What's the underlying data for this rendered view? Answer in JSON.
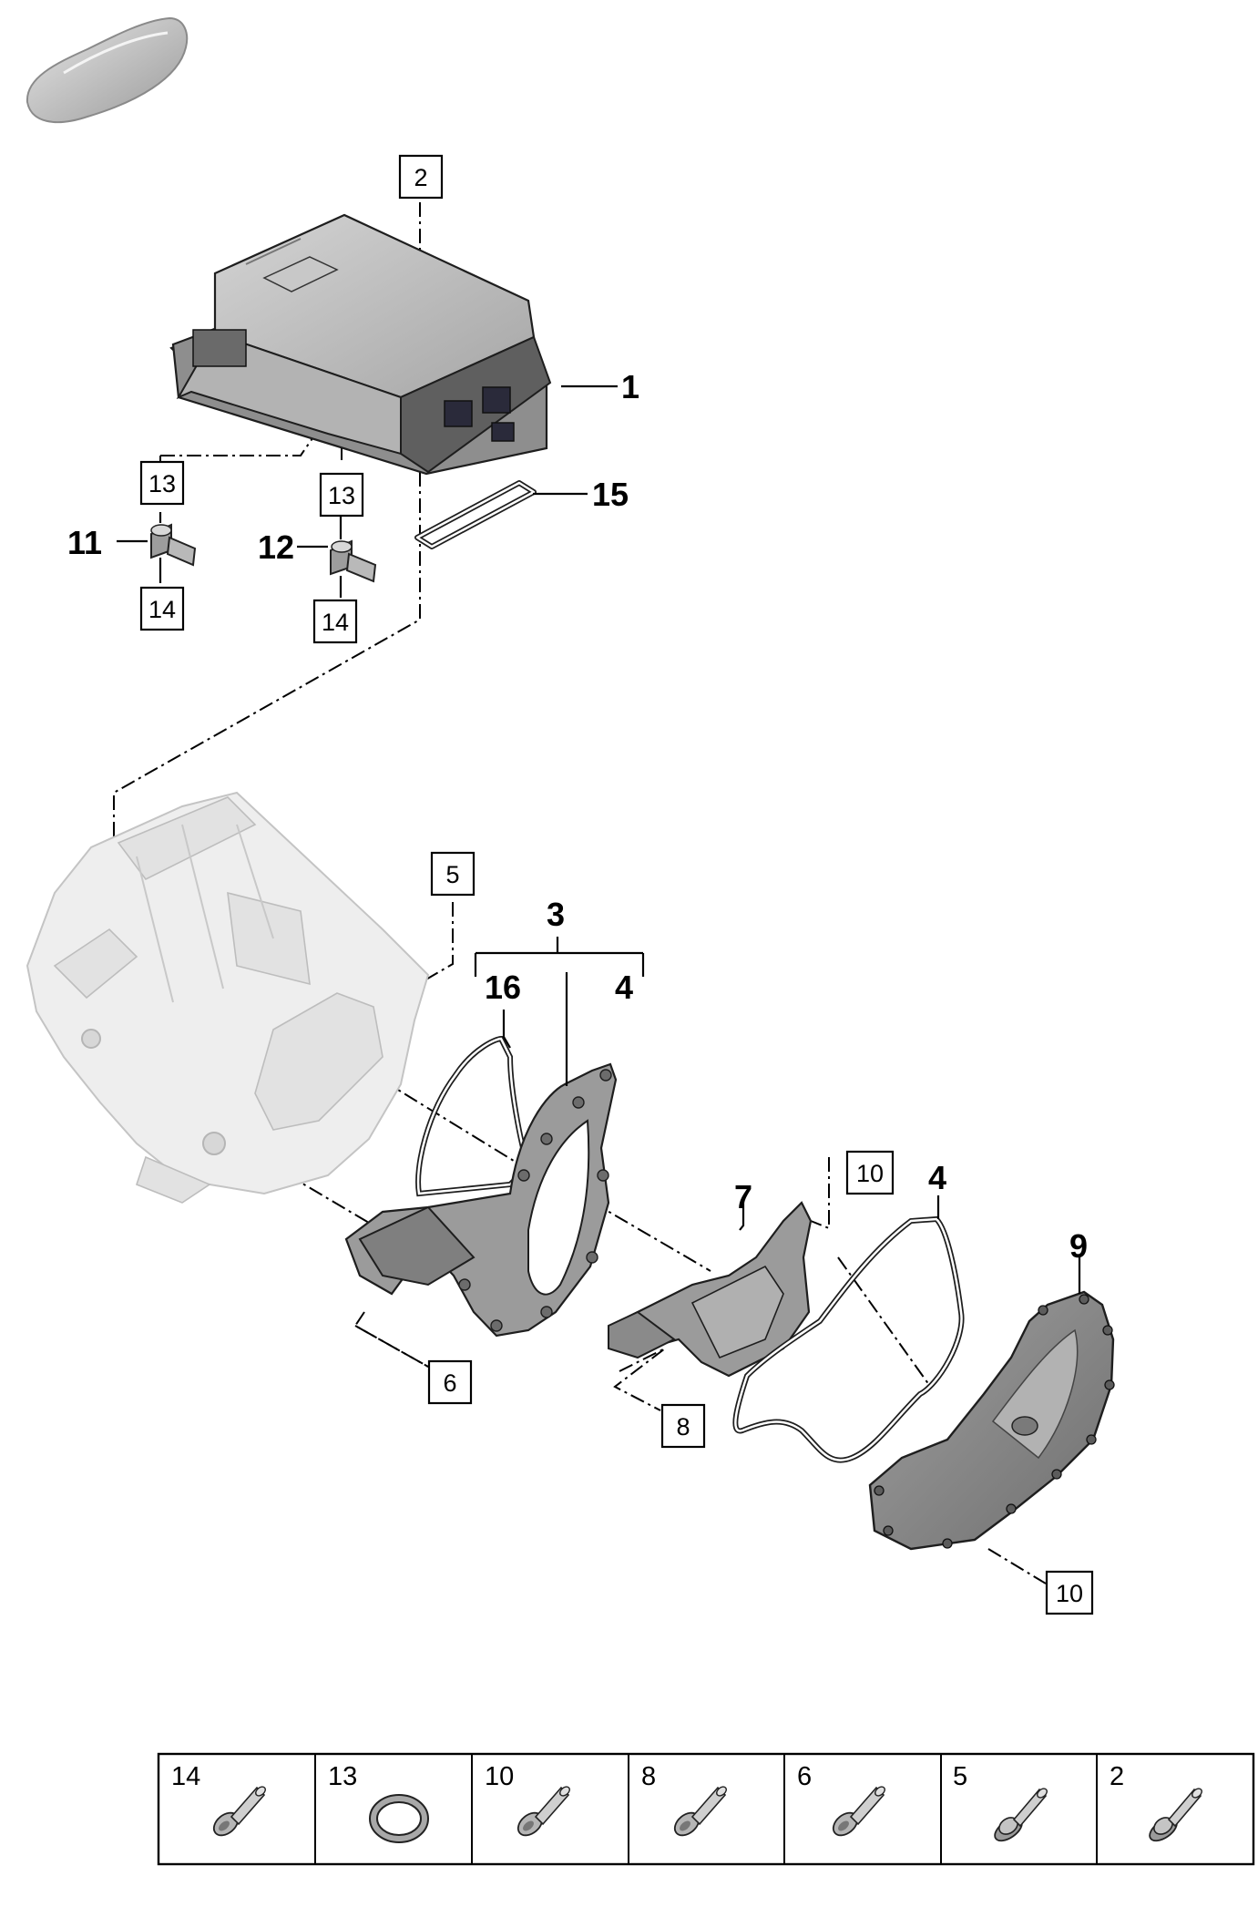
{
  "diagram": {
    "callouts": {
      "c1": "1",
      "c3": "3",
      "c4a": "4",
      "c4b": "4",
      "c7": "7",
      "c9": "9",
      "c11": "11",
      "c12": "12",
      "c15": "15",
      "c16": "16"
    },
    "boxed_refs": {
      "b2": "2",
      "b13a": "13",
      "b13b": "13",
      "b14a": "14",
      "b14b": "14",
      "b5": "5",
      "b10a": "10",
      "b10b": "10",
      "b6": "6",
      "b8": "8"
    }
  },
  "fastener_table": {
    "cells": [
      {
        "number": "14",
        "icon": "bolt-icon"
      },
      {
        "number": "13",
        "icon": "o-ring-icon"
      },
      {
        "number": "10",
        "icon": "bolt-icon"
      },
      {
        "number": "8",
        "icon": "bolt-icon"
      },
      {
        "number": "6",
        "icon": "bolt-icon"
      },
      {
        "number": "5",
        "icon": "flange-bolt-icon"
      },
      {
        "number": "2",
        "icon": "flange-bolt-icon"
      }
    ]
  }
}
